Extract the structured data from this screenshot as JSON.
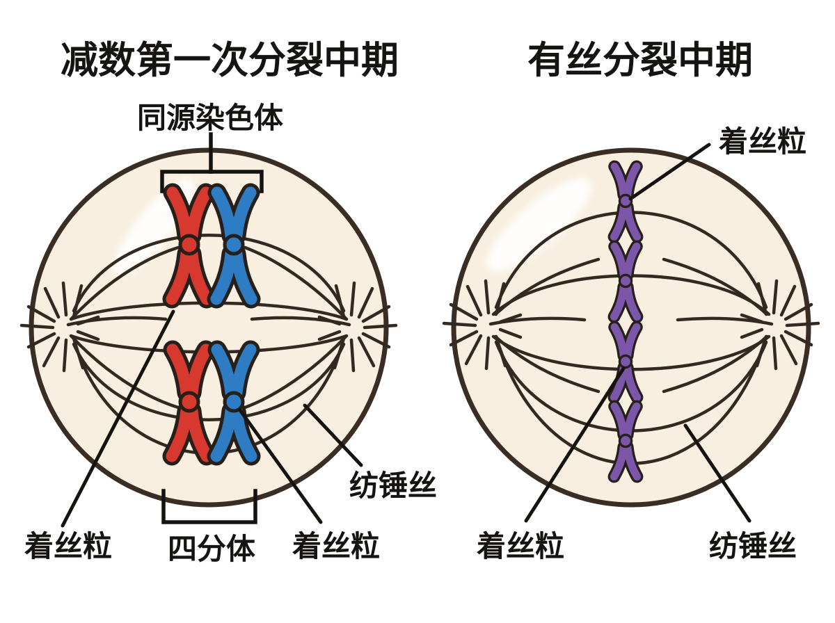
{
  "colors": {
    "page_bg": "#ffffff",
    "cell_fill": "#f8efe0",
    "cell_outline": "#3a2d23",
    "spindle_stroke": "#342920",
    "annotation_stroke": "#151310",
    "text_color": "#161412",
    "chromosome_red": "#d8392f",
    "chromosome_blue": "#2e7cc3",
    "chromosome_purple": "#7c56a8",
    "chromosome_outline": "#27201a",
    "highlight": "#ffffff"
  },
  "left_diagram": {
    "title": "减数第一次分裂中期",
    "label_homologous": "同源染色体",
    "label_centromere_left": "着丝粒",
    "label_tetrad": "四分体",
    "label_centromere_right": "着丝粒",
    "label_spindle": "纺锤丝",
    "chromosome_pairs": 2,
    "pair_member_colors": [
      "red",
      "blue"
    ]
  },
  "right_diagram": {
    "title": "有丝分裂中期",
    "label_centromere_top": "着丝粒",
    "label_centromere_bottom": "着丝粒",
    "label_spindle": "纺锤丝",
    "chromosome_count": 4,
    "chromosome_color_name": "purple"
  }
}
